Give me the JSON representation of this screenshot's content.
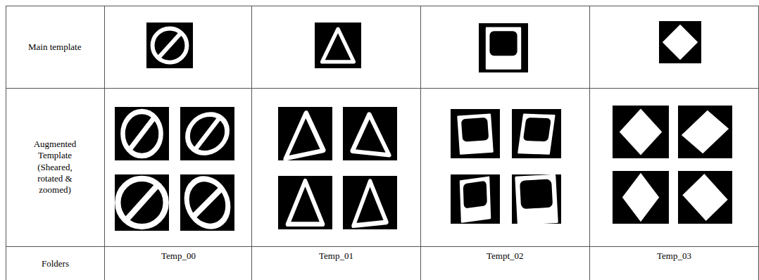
{
  "diagram": {
    "labels": [
      "Main template",
      "Augmented Template (Sheared, rotated & zoomed)",
      "Folders",
      "Temp_00",
      "Temp_01",
      "Tempt_02",
      "Temp_03"
    ]
  }
}
